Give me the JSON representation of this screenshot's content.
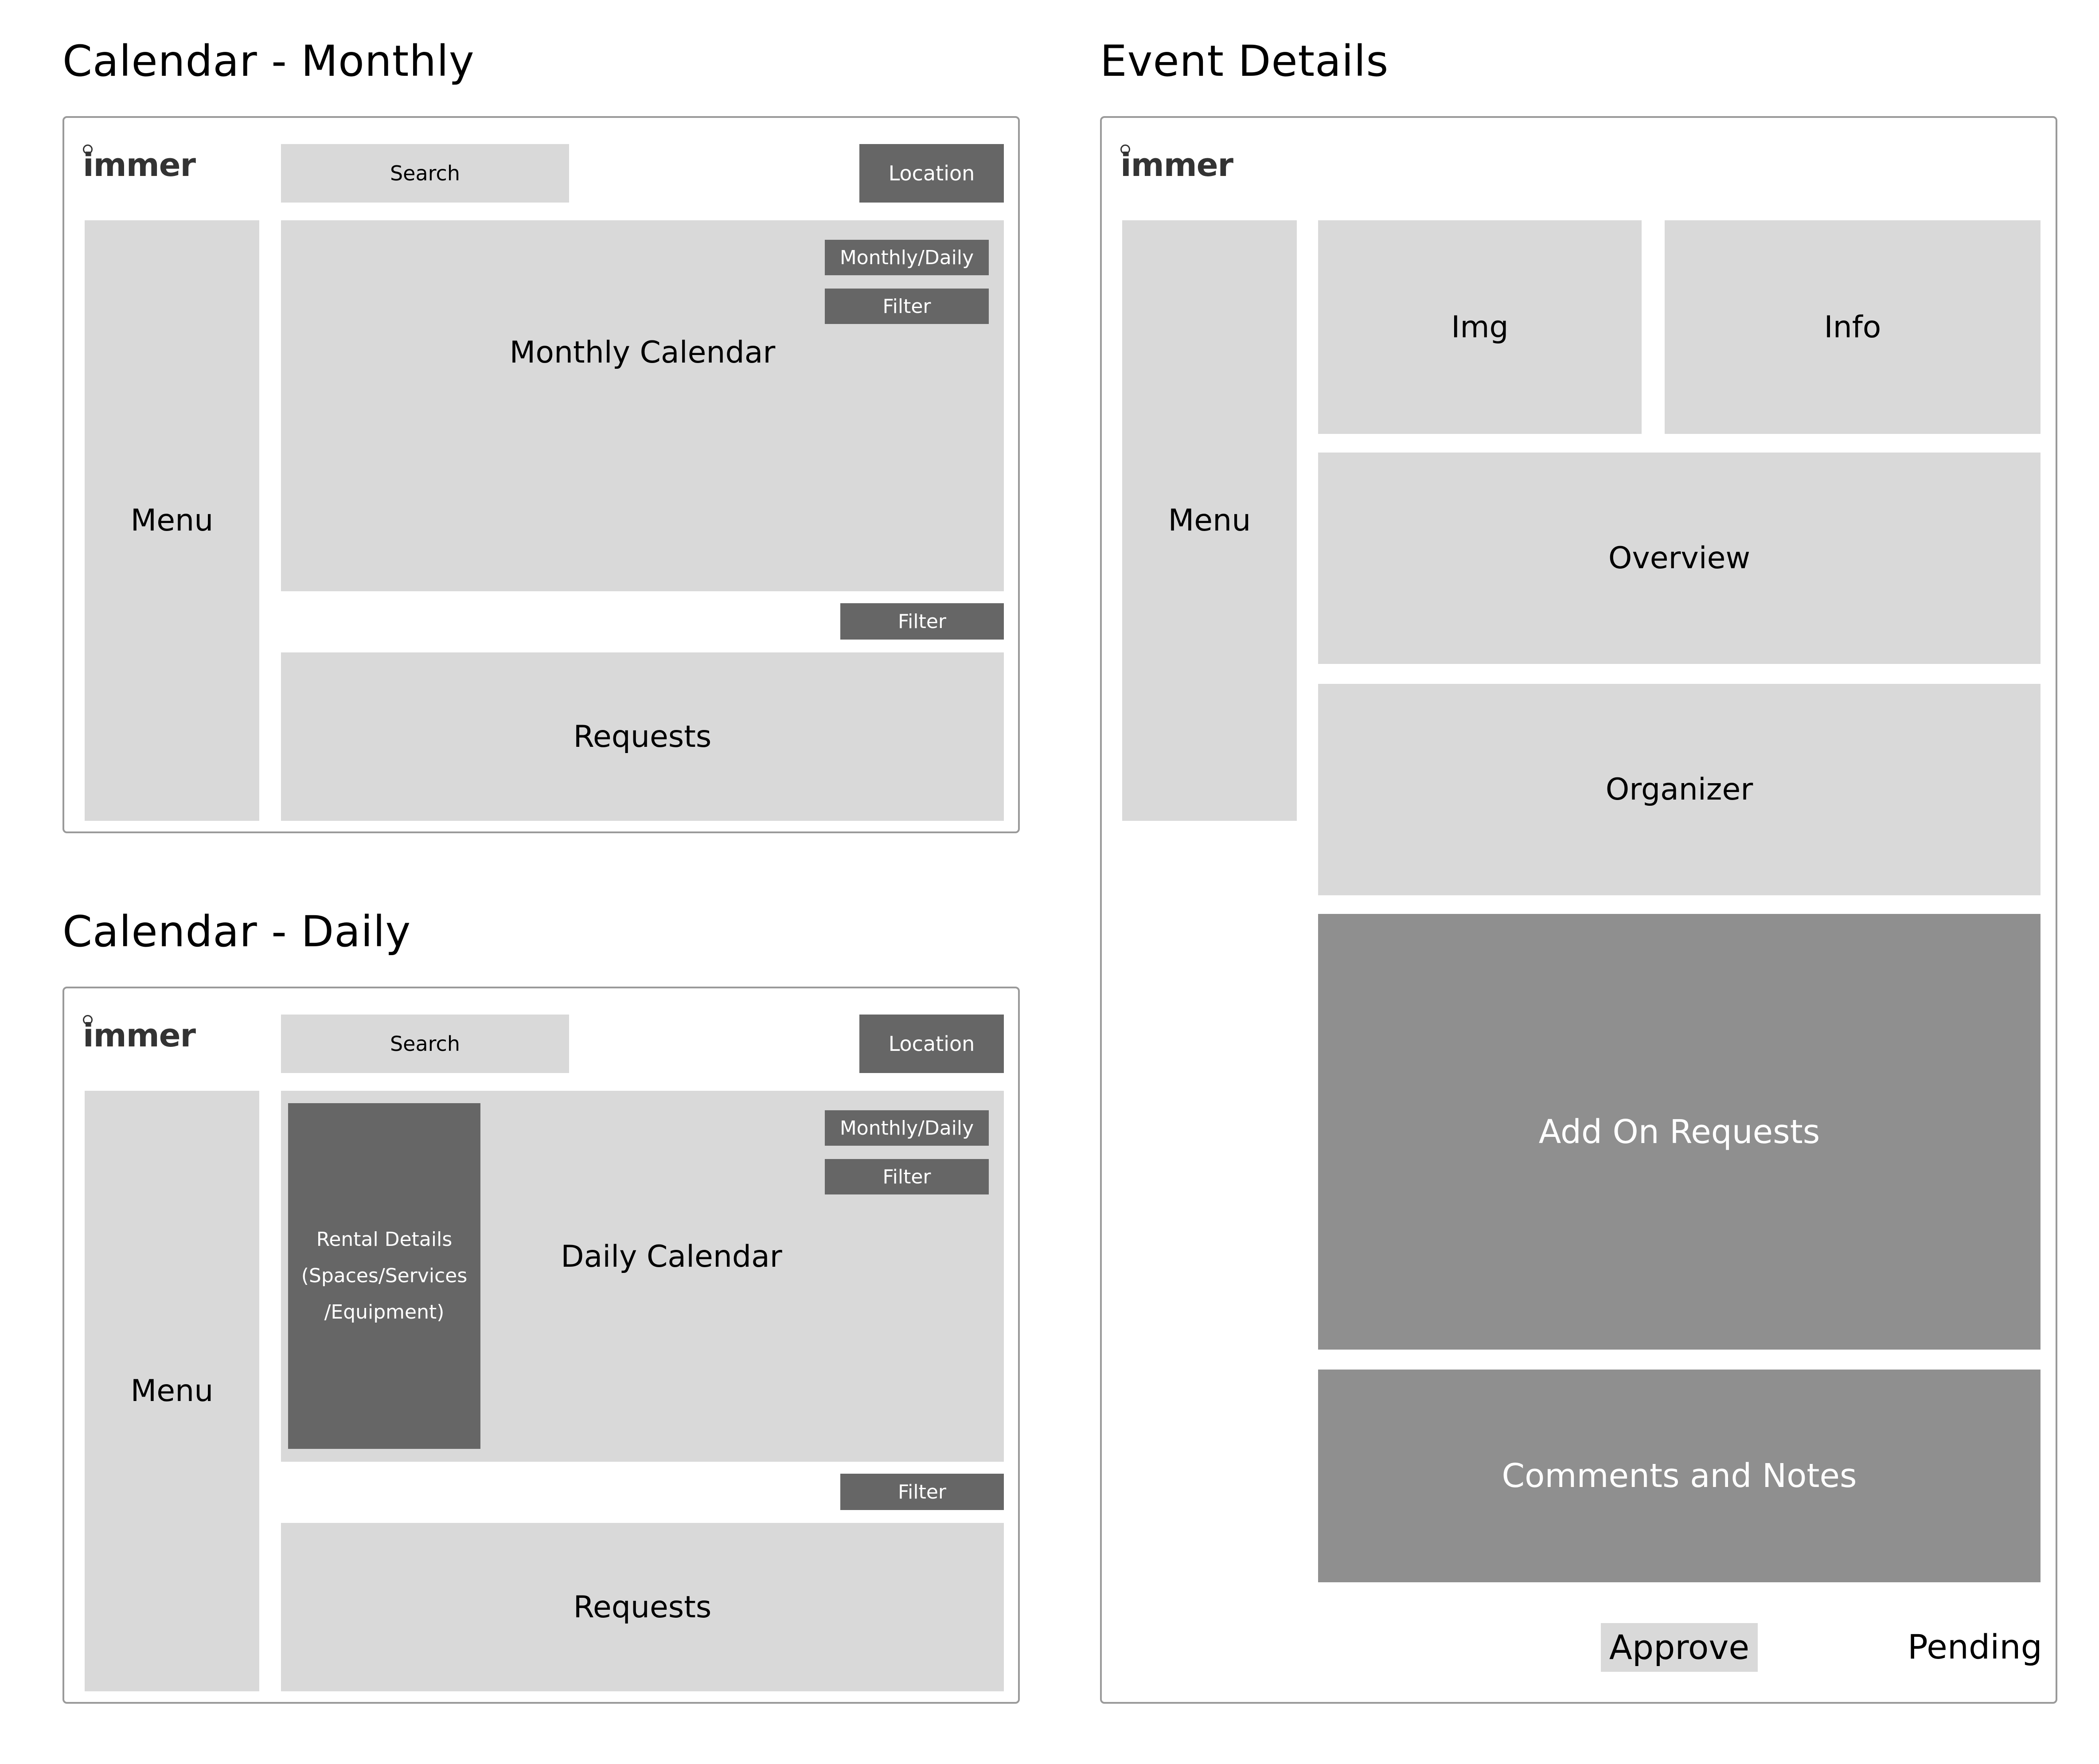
{
  "monthly": {
    "title": "Calendar - Monthly",
    "logo": "immer",
    "search": "Search",
    "location": "Location",
    "menu": "Menu",
    "view_toggle": "Monthly/Daily",
    "calendar_filter": "Filter",
    "calendar": "Monthly Calendar",
    "requests_filter": "Filter",
    "requests": "Requests"
  },
  "daily": {
    "title": "Calendar - Daily",
    "logo": "immer",
    "search": "Search",
    "location": "Location",
    "menu": "Menu",
    "rental_details": "Rental Details (Spaces/Services /Equipment)",
    "view_toggle": "Monthly/Daily",
    "calendar_filter": "Filter",
    "calendar": "Daily Calendar",
    "requests_filter": "Filter",
    "requests": "Requests"
  },
  "event": {
    "title": "Event Details",
    "logo": "immer",
    "menu": "Menu",
    "img": "Img",
    "info": "Info",
    "overview": "Overview",
    "organizer": "Organizer",
    "add_on_requests": "Add On Requests",
    "comments": "Comments and Notes",
    "approve": "Approve",
    "pending": "Pending"
  },
  "colors": {
    "light_block": "#d9d9d9",
    "dark_block": "#666666",
    "mid_block": "#8f8f8f",
    "frame_border": "#9a9a9a"
  }
}
